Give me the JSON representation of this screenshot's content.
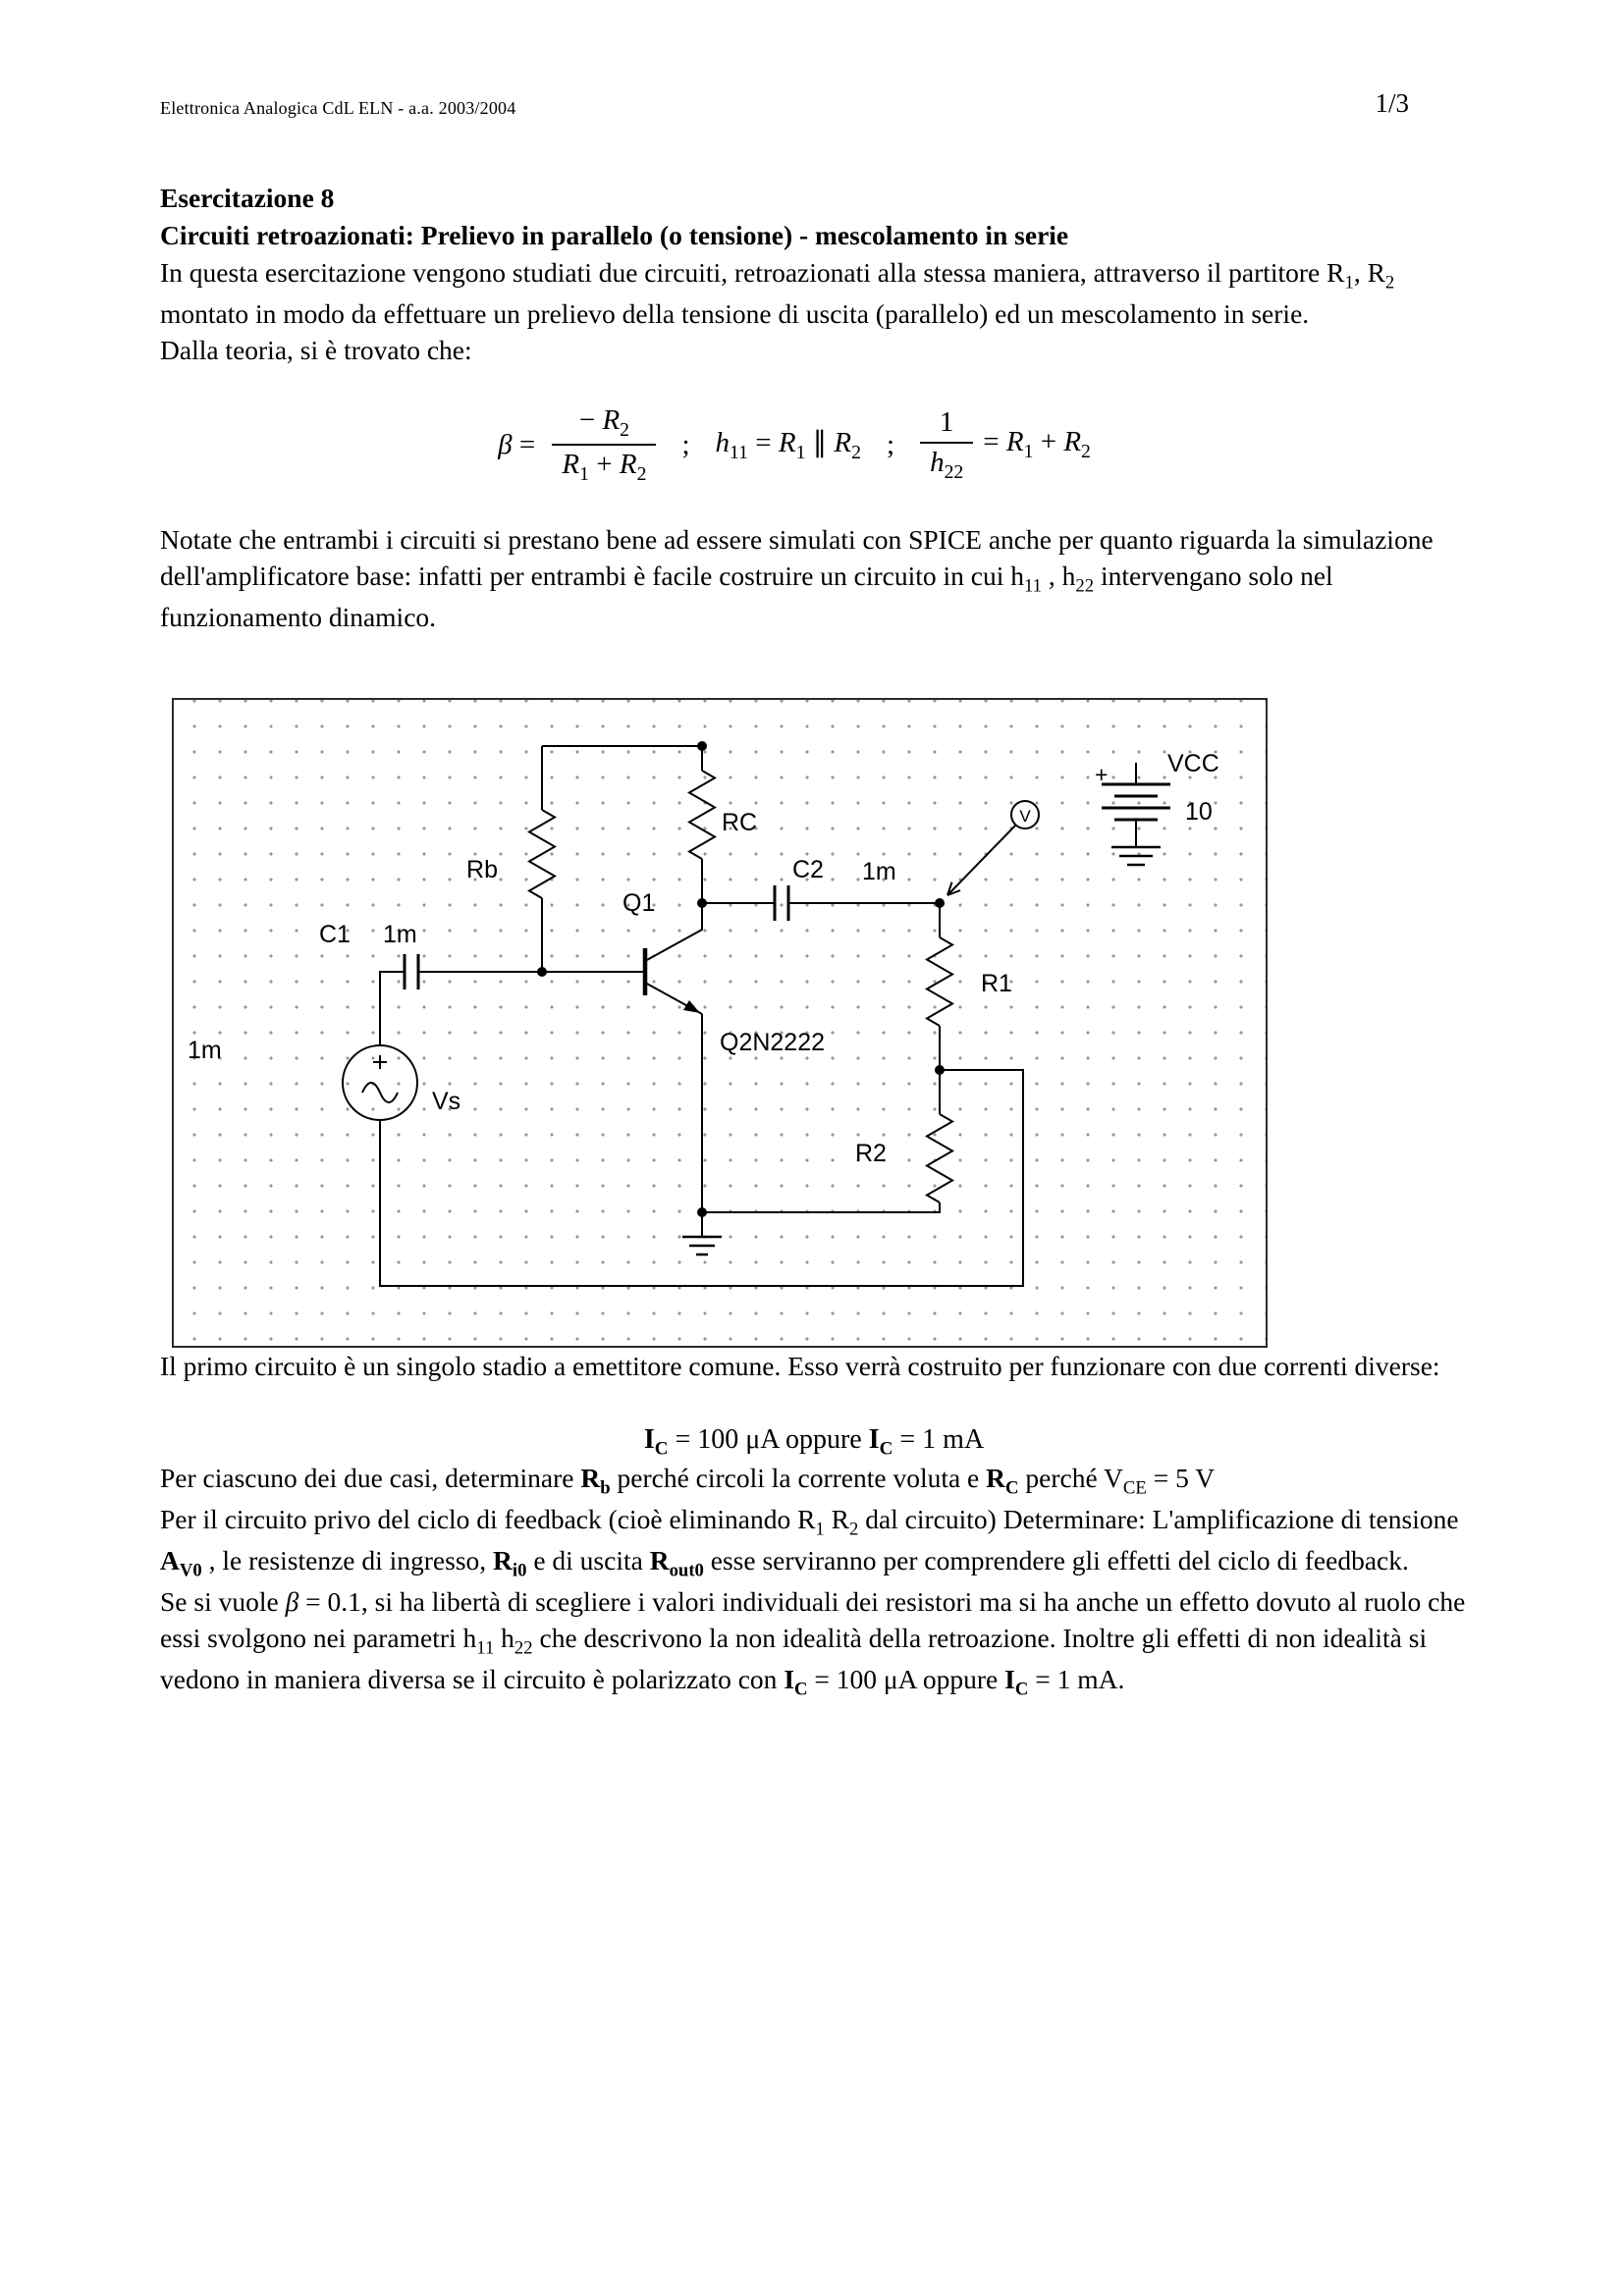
{
  "header": {
    "course": "Elettronica Analogica CdL ELN - a.a. 2003/2004",
    "page_number": "1/3"
  },
  "title": {
    "line1": "Esercitazione 8",
    "line2": "Circuiti retroazionati: Prelievo in parallelo (o tensione) - mescolamento in serie"
  },
  "paragraphs": {
    "intro": [
      {
        "t": "In questa esercitazione vengono studiati due circuiti, retroazionati alla stessa maniera, attraverso il partitore R"
      },
      {
        "t": "1",
        "sub": true
      },
      {
        "t": ", R"
      },
      {
        "t": "2",
        "sub": true
      },
      {
        "t": " montato in modo da effettuare un prelievo della tensione di uscita (parallelo) ed un mescolamento in serie."
      }
    ],
    "theory_lead": "Dalla teoria, si è trovato che:",
    "spice_note": [
      {
        "t": "Notate che entrambi i circuiti si prestano bene ad essere simulati con SPICE  anche per quanto riguarda la simulazione dell'amplificatore base: infatti per entrambi è facile costruire un circuito in cui h"
      },
      {
        "t": "11",
        "sub": true
      },
      {
        "t": " , h"
      },
      {
        "t": "22",
        "sub": true
      },
      {
        "t": "  intervengano solo nel funzionamento dinamico."
      }
    ],
    "first_circuit": "Il primo circuito è un singolo stadio a emettitore comune. Esso verrà costruito per funzionare con due correnti diverse:",
    "case_determine": [
      {
        "t": "Per ciascuno dei due casi,  determinare "
      },
      {
        "t": "R",
        "b": true
      },
      {
        "t": "b",
        "sub": true,
        "b": true
      },
      {
        "t": " perché circoli la corrente voluta e "
      },
      {
        "t": "R",
        "b": true
      },
      {
        "t": "C",
        "sub": true,
        "b": true
      },
      {
        "t": " perché V"
      },
      {
        "t": "CE",
        "sub": true
      },
      {
        "t": " = 5 V"
      }
    ],
    "no_feedback": [
      {
        "t": "Per il circuito privo del ciclo di feedback (cioè eliminando R"
      },
      {
        "t": "1",
        "sub": true
      },
      {
        "t": " R"
      },
      {
        "t": "2",
        "sub": true
      },
      {
        "t": " dal circuito)  Determinare: L'amplificazione di tensione "
      },
      {
        "t": "A",
        "b": true
      },
      {
        "t": "V0",
        "sub": true,
        "b": true
      },
      {
        "t": " , le resistenze di ingresso, "
      },
      {
        "t": "R",
        "b": true
      },
      {
        "t": "i0",
        "sub": true,
        "b": true
      },
      {
        "t": "  e di uscita "
      },
      {
        "t": "R",
        "b": true
      },
      {
        "t": "out0",
        "sub": true,
        "b": true
      },
      {
        "t": " esse serviranno per comprendere gli effetti del ciclo di feedback."
      }
    ],
    "beta_choice": [
      {
        "t": "Se si vuole "
      },
      {
        "t": "β",
        "i": true
      },
      {
        "t": " = 0.1, si ha libertà di scegliere i valori individuali dei resistori ma si ha anche un effetto dovuto al ruolo che essi svolgono nei parametri h"
      },
      {
        "t": "11",
        "sub": true
      },
      {
        "t": "  h"
      },
      {
        "t": "22",
        "sub": true
      },
      {
        "t": " che descrivono la non idealità della retroazione. Inoltre gli effetti di non idealità si vedono in maniera diversa se il circuito è polarizzato con "
      },
      {
        "t": "I",
        "b": true
      },
      {
        "t": "C",
        "sub": true,
        "b": true
      },
      {
        "t": " = 100 μA  oppure "
      },
      {
        "t": "I",
        "b": true
      },
      {
        "t": "C",
        "sub": true,
        "b": true
      },
      {
        "t": " = 1 mA."
      }
    ]
  },
  "formula1": {
    "lhs": [
      {
        "t": "β",
        "i": true
      },
      {
        "t": " = "
      }
    ],
    "frac1_num": [
      {
        "t": "− "
      },
      {
        "t": "R",
        "i": true
      },
      {
        "t": "2",
        "sub": true
      }
    ],
    "frac1_den": [
      {
        "t": "R",
        "i": true
      },
      {
        "t": "1",
        "sub": true
      },
      {
        "t": " + "
      },
      {
        "t": "R",
        "i": true
      },
      {
        "t": "2",
        "sub": true
      }
    ],
    "semicolon": ";",
    "h11": [
      {
        "t": "h",
        "i": true
      },
      {
        "t": "11",
        "sub": true
      },
      {
        "t": " = "
      },
      {
        "t": "R",
        "i": true
      },
      {
        "t": "1",
        "sub": true
      },
      {
        "t": " ∥ "
      },
      {
        "t": "R",
        "i": true
      },
      {
        "t": "2",
        "sub": true
      }
    ],
    "frac2_num": [
      {
        "t": "1"
      }
    ],
    "frac2_den": [
      {
        "t": "h",
        "i": true
      },
      {
        "t": "22",
        "sub": true
      }
    ],
    "rhs": [
      {
        "t": "= "
      },
      {
        "t": "R",
        "i": true
      },
      {
        "t": "1",
        "sub": true
      },
      {
        "t": " + "
      },
      {
        "t": "R",
        "i": true
      },
      {
        "t": "2",
        "sub": true
      }
    ]
  },
  "formula_current": [
    {
      "t": "I",
      "b": true
    },
    {
      "t": "C",
      "sub": true,
      "b": true
    },
    {
      "t": " = 100 μA  oppure "
    },
    {
      "t": "I",
      "b": true
    },
    {
      "t": "C",
      "sub": true,
      "b": true
    },
    {
      "t": " = 1 mA"
    }
  ],
  "circuit": {
    "labels": {
      "rb": "Rb",
      "rc": "RC",
      "c1": "C1",
      "c1_value": "1m",
      "c2": "C2",
      "c2_value": "1m",
      "q1": "Q1",
      "q1_model": "Q2N2222",
      "r1": "R1",
      "r2": "R2",
      "vs": "Vs",
      "vs_value": "1m",
      "vcc": "VCC",
      "vcc_value": "10",
      "plus": "+",
      "probe": "V"
    }
  }
}
